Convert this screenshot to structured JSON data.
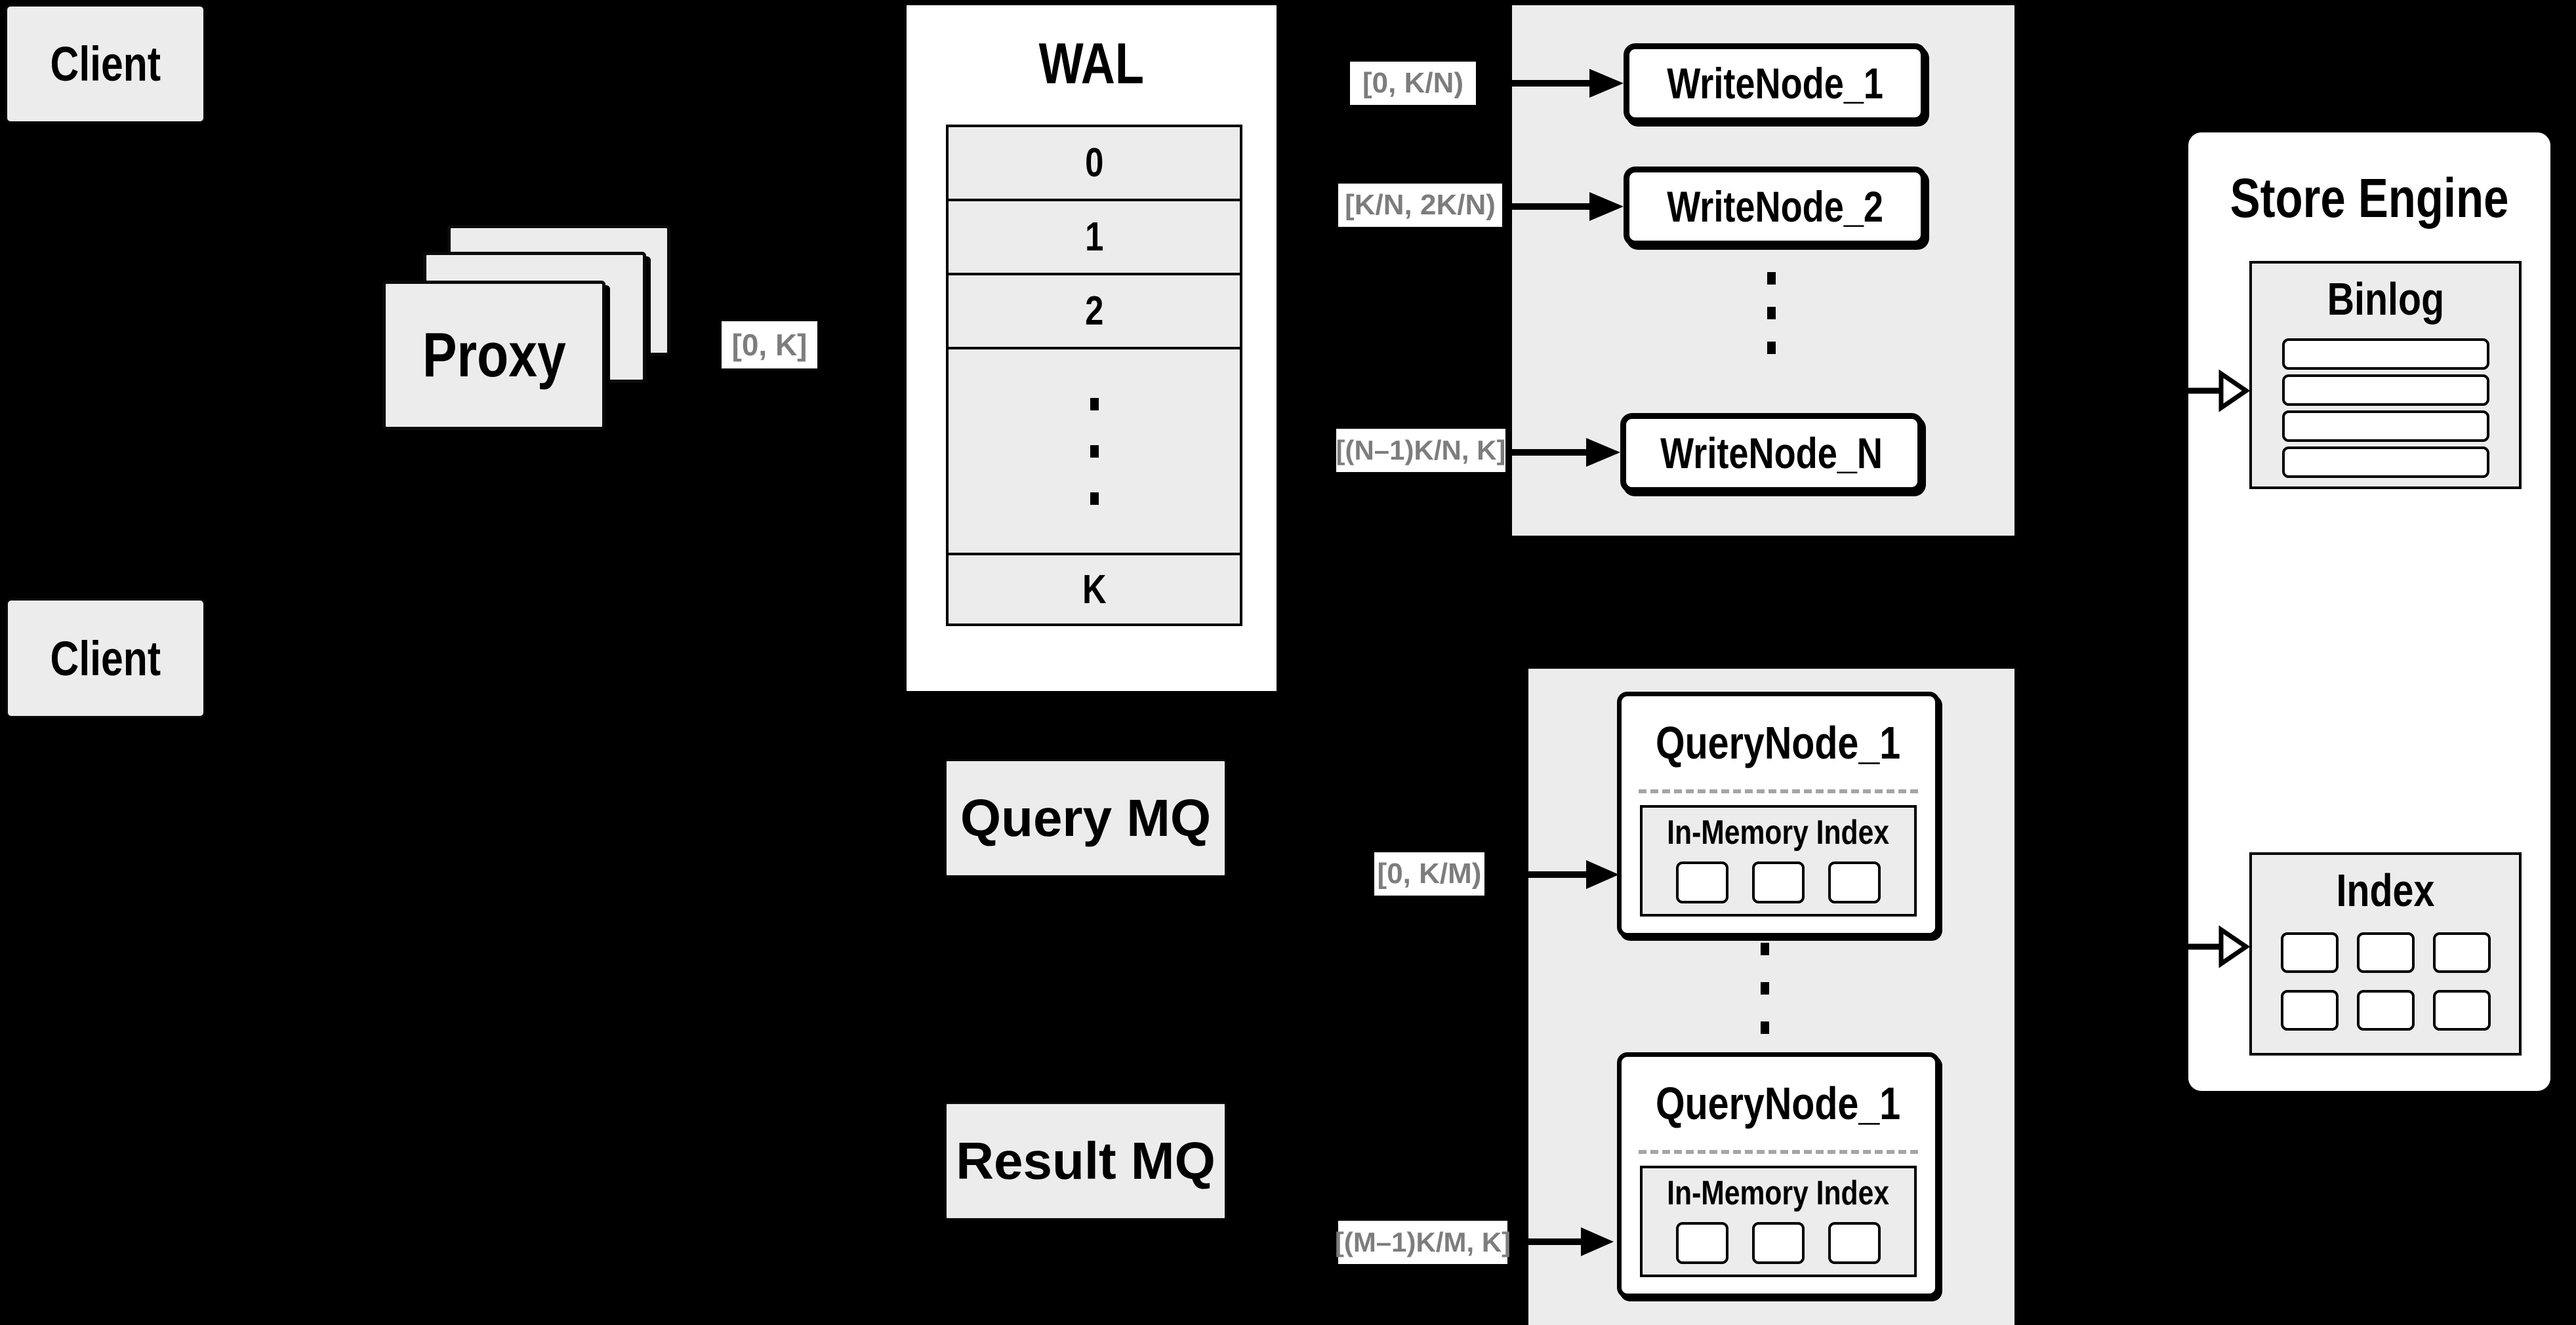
{
  "colors": {
    "background": "#000000",
    "panel_gray": "#ececec",
    "box_white": "#ffffff",
    "border_black": "#000000",
    "range_label_text": "#7d7d7d"
  },
  "clients": [
    {
      "label": "Client"
    },
    {
      "label": "Client"
    }
  ],
  "proxy": {
    "label": "Proxy",
    "range": "[0, K]"
  },
  "wal": {
    "title": "WAL",
    "rows": [
      "0",
      "1",
      "2"
    ],
    "last_row": "K"
  },
  "write_cluster": {
    "nodes": [
      {
        "range": "[0, K/N)",
        "label": "WriteNode_1"
      },
      {
        "range": "[K/N, 2K/N)",
        "label": "WriteNode_2"
      },
      {
        "range": "[(N–1)K/N, K]",
        "label": "WriteNode_N"
      }
    ]
  },
  "mq": {
    "query_label": "Query MQ",
    "result_label": "Result MQ"
  },
  "query_cluster": {
    "nodes": [
      {
        "range": "[0, K/M)",
        "label": "QueryNode_1",
        "memory_label": "In-Memory Index"
      },
      {
        "range": "[(M–1)K/M, K]",
        "label": "QueryNode_1",
        "memory_label": "In-Memory Index"
      }
    ]
  },
  "store": {
    "title": "Store Engine",
    "binlog_title": "Binlog",
    "index_title": "Index"
  }
}
